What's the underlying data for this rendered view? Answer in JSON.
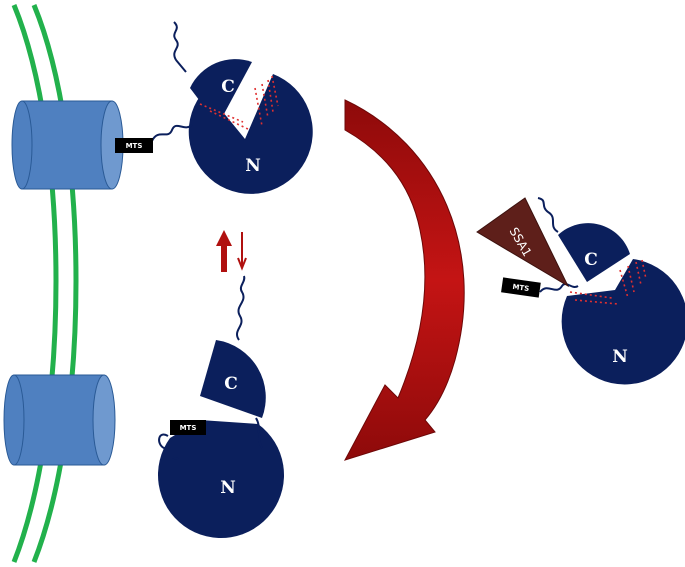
{
  "labels": {
    "c": "C",
    "n": "N",
    "mts": "MTS",
    "ssa1": "SSA1"
  },
  "colors": {
    "protein": "#0b1f5c",
    "channel_face": "#6f99cf",
    "channel_body": "#4f80c0",
    "membrane": "#22b14c",
    "arrow": "#a40c0c",
    "ssa1": "#5e1f1a",
    "hbond": "#e03030"
  }
}
